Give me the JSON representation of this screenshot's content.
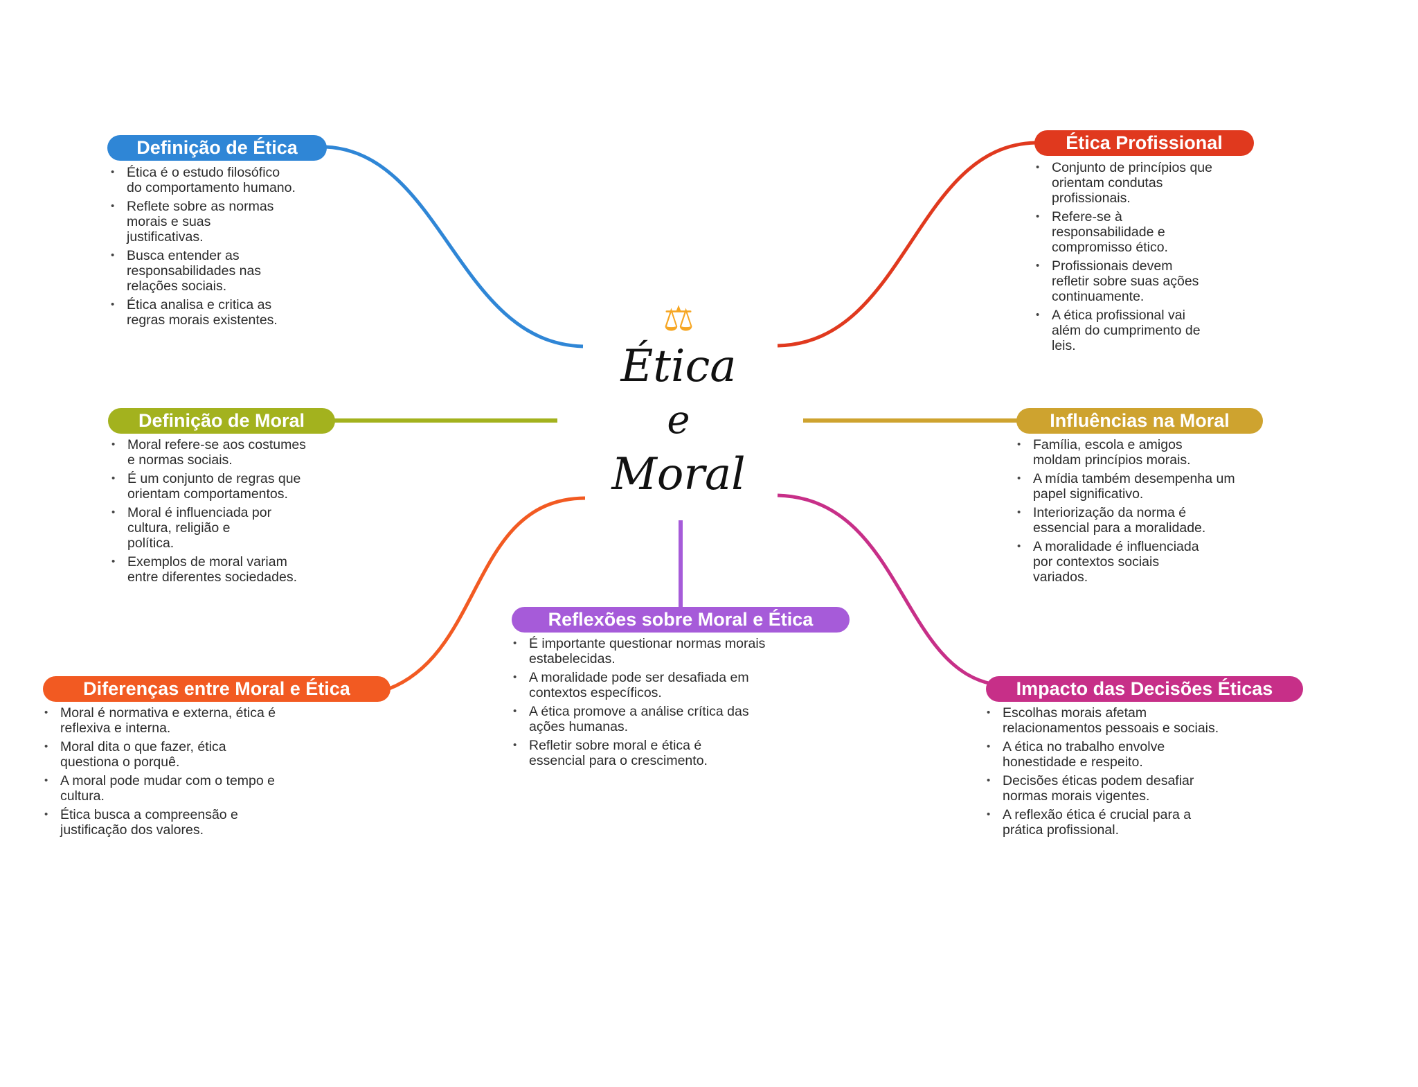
{
  "center": {
    "icon": "balance-scale-icon",
    "title_line1": "Ética",
    "title_line2": "e",
    "title_line3": "Moral"
  },
  "colors": {
    "definicao_etica": "#2f86d6",
    "etica_profissional": "#e0391e",
    "definicao_moral": "#a3b21e",
    "influencias": "#cea32f",
    "diferencas": "#f25a22",
    "reflexoes": "#a65bd9",
    "impacto": "#c72f88"
  },
  "branches": {
    "definicao_etica": {
      "title": "Definição de Ética",
      "items": [
        "Ética é o estudo filosófico\ndo comportamento humano.",
        "Reflete sobre as normas\nmorais e suas\njustificativas.",
        "Busca entender as\nresponsabilidades nas\nrelações sociais.",
        "Ética analisa e critica as\nregras morais existentes."
      ]
    },
    "etica_profissional": {
      "title": "Ética Profissional",
      "items": [
        "Conjunto de princípios que\norientam condutas\nprofissionais.",
        "Refere-se à\nresponsabilidade e\ncompromisso ético.",
        "Profissionais devem\nrefletir sobre suas ações\ncontinuamente.",
        "A ética profissional vai\nalém do cumprimento de\nleis."
      ]
    },
    "definicao_moral": {
      "title": "Definição de Moral",
      "items": [
        "Moral refere-se aos costumes\ne normas sociais.",
        "É um conjunto de regras que\norientam comportamentos.",
        "Moral é influenciada por\ncultura, religião e\npolítica.",
        "Exemplos de moral variam\nentre diferentes sociedades."
      ]
    },
    "influencias": {
      "title": "Influências na Moral",
      "items": [
        "Família, escola e amigos\nmoldam princípios morais.",
        "A mídia também desempenha um\npapel significativo.",
        "Interiorização da norma é\nessencial para a moralidade.",
        "A moralidade é influenciada\npor contextos sociais\nvariados."
      ]
    },
    "diferencas": {
      "title": "Diferenças entre Moral e Ética",
      "items": [
        "Moral é normativa e externa, ética é\nreflexiva e interna.",
        "Moral dita o que fazer, ética\nquestiona o porquê.",
        "A moral pode mudar com o tempo e\ncultura.",
        "Ética busca a compreensão e\njustificação dos valores."
      ]
    },
    "reflexoes": {
      "title": "Reflexões sobre Moral e Ética",
      "items": [
        "É importante questionar normas morais\nestabelecidas.",
        "A moralidade pode ser desafiada em\ncontextos específicos.",
        "A ética promove a análise crítica das\nações humanas.",
        "Refletir sobre moral e ética é\nessencial para o crescimento."
      ]
    },
    "impacto": {
      "title": "Impacto das Decisões Éticas",
      "items": [
        "Escolhas morais afetam\nrelacionamentos pessoais e sociais.",
        "A ética no trabalho envolve\nhonestidade e respeito.",
        "Decisões éticas podem desafiar\nnormas morais vigentes.",
        "A reflexão ética é crucial para a\nprática profissional."
      ]
    }
  }
}
